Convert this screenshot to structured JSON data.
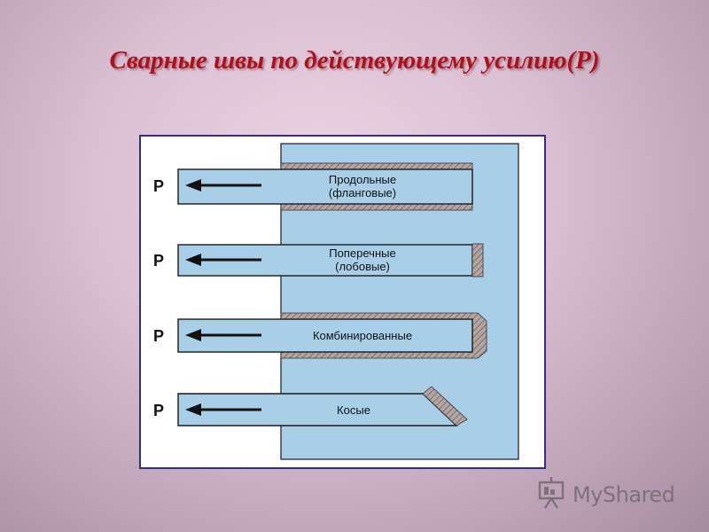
{
  "slide": {
    "title": "Сварные швы по действующему усилию(Р)"
  },
  "diagram": {
    "rows": [
      {
        "force_label": "P",
        "line1": "Продольные",
        "line2": "(фланговые)",
        "weld_type": "longitudinal"
      },
      {
        "force_label": "P",
        "line1": "Поперечные",
        "line2": "(лобовые)",
        "weld_type": "transverse"
      },
      {
        "force_label": "P",
        "line1": "Комбинированные",
        "line2": "",
        "weld_type": "combined"
      },
      {
        "force_label": "P",
        "line1": "Косые",
        "line2": "",
        "weld_type": "oblique"
      }
    ],
    "colors": {
      "plate_fill": "#a9cfe8",
      "plate_stroke": "#1a1a1a",
      "arrow": "#111111",
      "weld": "#9a8a86",
      "frame": "#2f2f8a"
    }
  },
  "watermark": {
    "text": "MyShared",
    "icon": "presentation-screen-icon"
  }
}
